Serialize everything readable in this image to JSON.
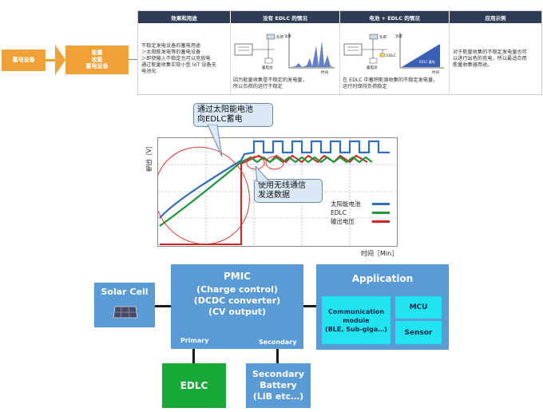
{
  "flow": {
    "box1": "蓄电设备",
    "box2_lines": [
      "能量",
      "收集",
      "蓄电设备"
    ]
  },
  "table": {
    "headers": [
      "效果和用途",
      "没有 EDLC 的情况",
      "电池 + EDLC 的情况",
      "应用示例"
    ],
    "col1_lines": [
      "不稳定发电设备的蓄电用途",
      "＞太阳能发电等的蓄电设备",
      "＞即使输入不稳定也可以充放电",
      "通过能量收集实现小型 IoT 设备无",
      "电池化"
    ],
    "col2_labels": {
      "load": "负荷",
      "battery": "蓄电池",
      "power": "功率",
      "time": "时间"
    },
    "col2_note_lines": [
      "因为能量收集是不稳定的发电量，",
      "所以负荷的运行不稳定"
    ],
    "col3_labels": {
      "load": "负荷",
      "edlc": "EDLC",
      "battery": "蓄电池",
      "power": "功率",
      "time": "时间",
      "edlc_charge": "EDLC 蓄电"
    },
    "col3_note_lines": [
      "在 EDLC 中蓄积能源收集的不稳定发电量，",
      "运行时保持负荷稳定"
    ],
    "col4_lines": [
      "对于能量收集的不稳定发电量也可",
      "以进行出色的充电，所以最适合用",
      "能量收集器用途。"
    ]
  },
  "chart": {
    "ylabel": "电压［V］",
    "xlabel": "时间［Min］",
    "callout1_lines": [
      "通过太阳能电池",
      "向EDLC蓄电"
    ],
    "callout2_lines": [
      "使用无线通信",
      "发送数据"
    ],
    "legend": [
      {
        "name": "太阳能电池",
        "color": "#2f6fbf"
      },
      {
        "name": "EDLC",
        "color": "#1a9a3a"
      },
      {
        "name": "输出电压",
        "color": "#d82020"
      }
    ]
  },
  "block": {
    "solar": "Solar Cell",
    "pmic_title": "PMIC",
    "pmic_lines": [
      "(Charge control)",
      "(DCDC converter)",
      "(CV output)"
    ],
    "primary": "Primary",
    "secondary": "Secondary",
    "application": "Application",
    "comm_lines": [
      "Communication",
      "module",
      "(BLE, Sub-giga…)"
    ],
    "mcu": "MCU",
    "sensor": "Sensor",
    "edlc": "EDLC",
    "battery_lines": [
      "Secondary",
      "Battery",
      "(LiB etc…)"
    ]
  }
}
